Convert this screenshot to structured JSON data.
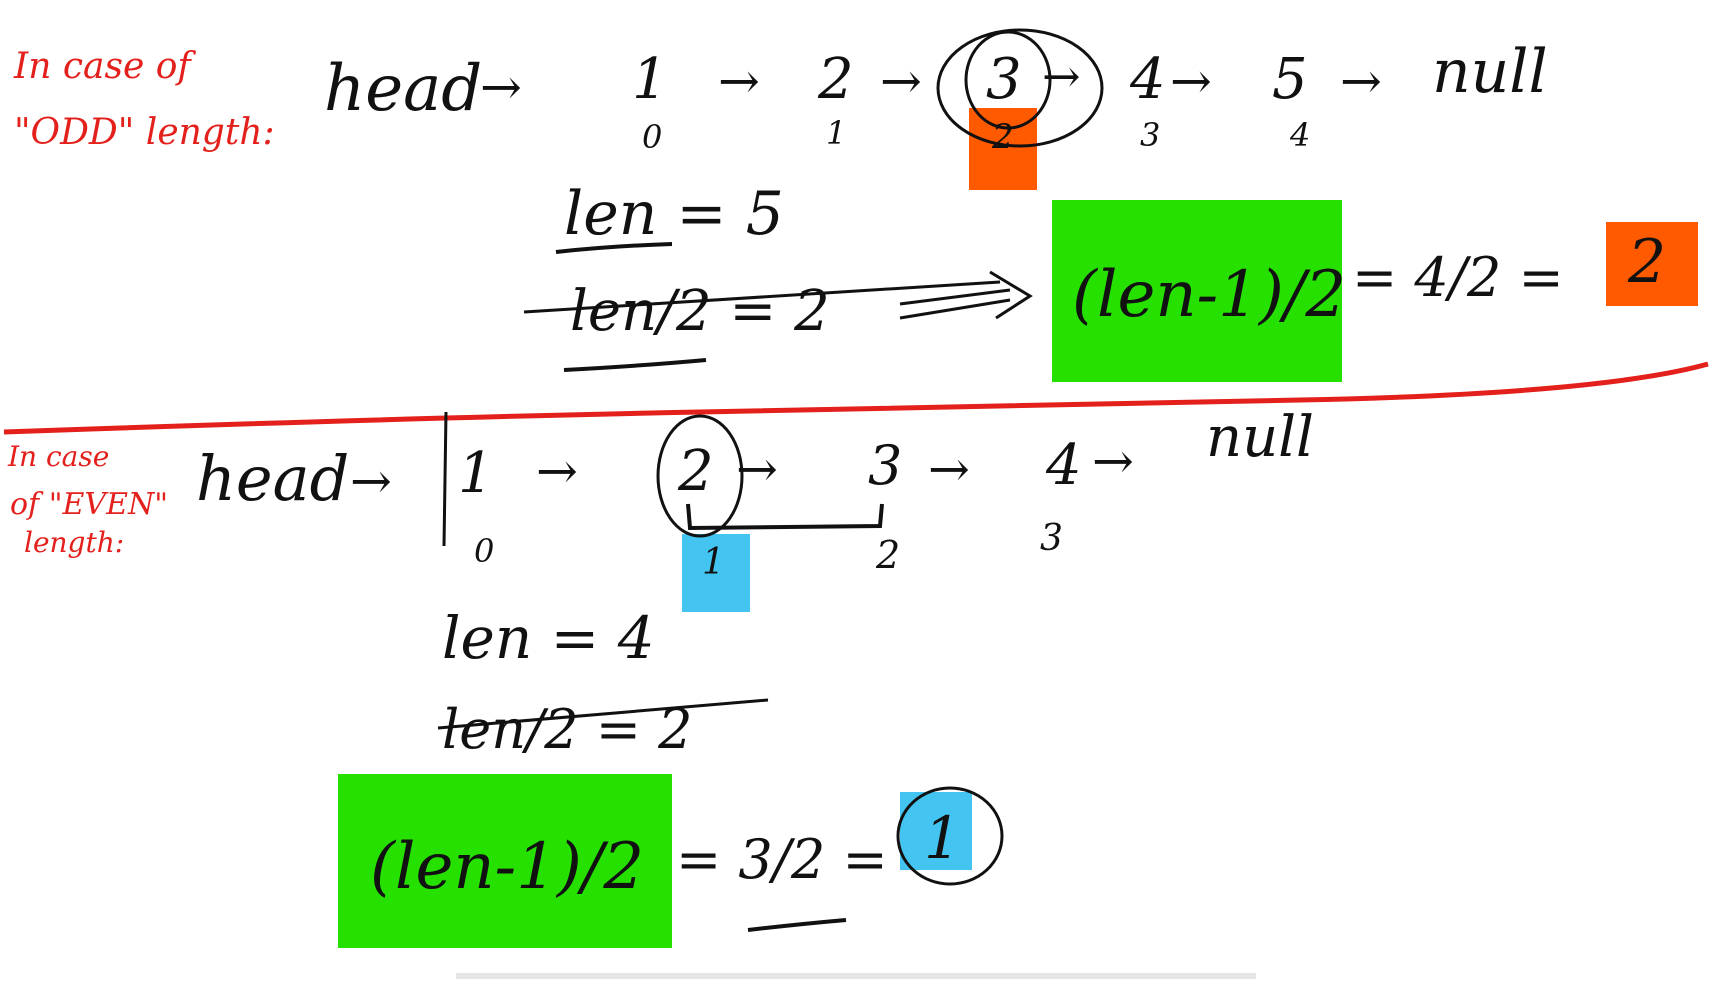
{
  "colors": {
    "ink": "#111111",
    "red": "#e3201b",
    "green": "#26e000",
    "orange": "#ff5a00",
    "blue": "#44c4f0",
    "background": "#ffffff"
  },
  "odd_case": {
    "heading_line1": "In case of",
    "heading_line2": "\"ODD\" length:",
    "head_label": "head",
    "arrow": "→",
    "nodes": [
      "1",
      "2",
      "3",
      "4",
      "5"
    ],
    "null_label": "null",
    "indices": [
      "0",
      "1",
      "2",
      "3",
      "4"
    ],
    "middle_index": 2,
    "len_eq": "len = 5",
    "wrong_formula": "len/2 = 2",
    "right_formula": "(len-1)/2",
    "result_steps": "= 4/2 =",
    "result": "2"
  },
  "even_case": {
    "heading_line1": "In case",
    "heading_line2": "of \"EVEN\"",
    "heading_line3": "length:",
    "head_label": "head",
    "arrow": "→",
    "nodes": [
      "1",
      "2",
      "3",
      "4"
    ],
    "null_label": "null",
    "indices": [
      "0",
      "1",
      "2",
      "3"
    ],
    "middle_index": 1,
    "len_eq": "len = 4",
    "wrong_formula": "len/2 = 2",
    "right_formula": "(len-1)/2",
    "result_steps": "= 3/2 =",
    "result": "1"
  }
}
